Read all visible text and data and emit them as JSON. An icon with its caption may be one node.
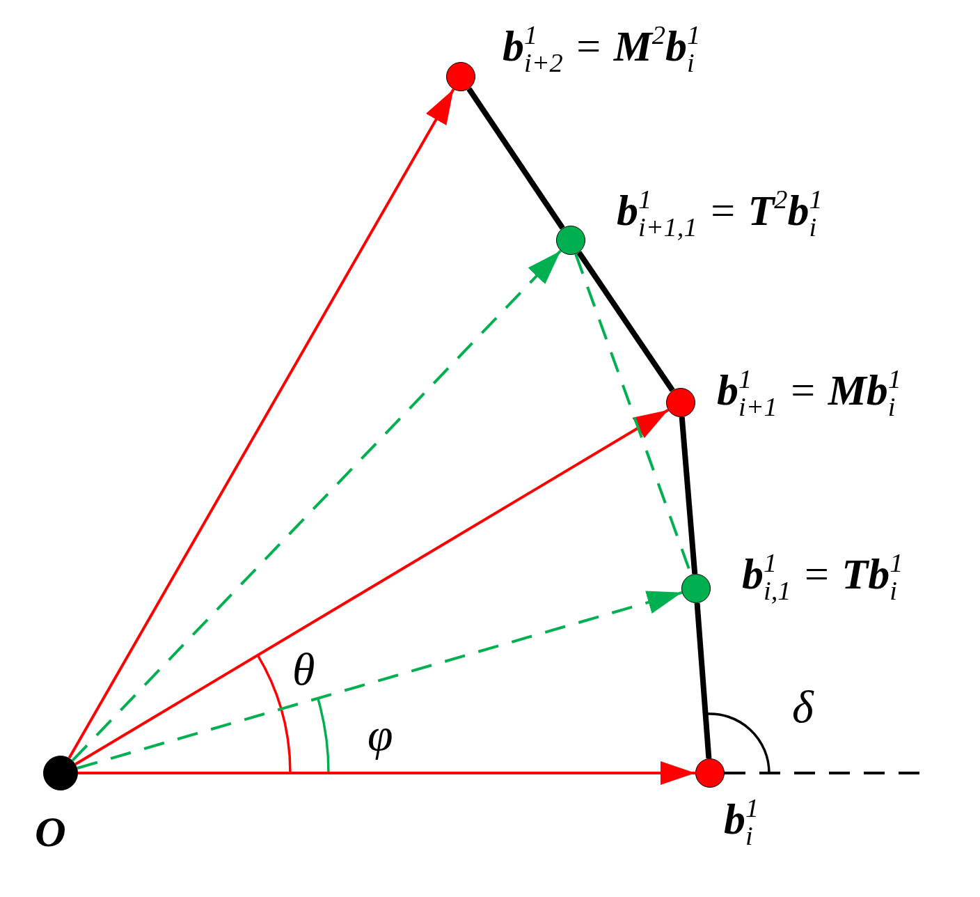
{
  "diagram": {
    "nodes": [
      {
        "text": [],
        "shape": "circle",
        "beside": [
          "**b**$^{1}$$_{i+2}$ = **M**$^{2}$**b**$^{1}$$_{i}$"
        ]
      },
      {
        "text": [],
        "shape": "circle",
        "beside": [
          "**b**$^{1}$$_{i+1,1}$ = **T**$^{2}$**b**$^{1}$$_{i}$"
        ]
      },
      {
        "text": [],
        "shape": "circle",
        "beside": [
          "**b**$^{1}$$_{i+1}$ = **Mb**$^{1}$$_{i}$"
        ]
      },
      {
        "text": [],
        "shape": "circle",
        "beside": [
          "**b**$^{1}$$_{i,1}$ = **Tb**$^{1}$$_{i}$"
        ]
      },
      {
        "text": [],
        "shape": "circle",
        "beside": [
          "O"
        ]
      },
      {
        "text": [],
        "shape": "circle",
        "beside": [
          "**b**$^{1}$$_{i}$"
        ]
      }
    ],
    "edges": [
      {
        "from": 4,
        "to": 5,
        "arrow": "to",
        "color": "#ff0000"
      },
      {
        "from": 4,
        "to": 3,
        "arrow": "to",
        "style": "dashed",
        "color": "#00b050"
      },
      {
        "from": 4,
        "to": 2,
        "arrow": "to",
        "color": "#ff0000"
      },
      {
        "from": 4,
        "to": 1,
        "arrow": "to",
        "style": "dashed",
        "color": "#00b050"
      },
      {
        "from": 4,
        "to": 0,
        "arrow": "to",
        "color": "#ff0000"
      },
      {
        "from": 5,
        "to": 3,
        "arrow": "none",
        "style": "thick"
      },
      {
        "from": 3,
        "to": 2,
        "arrow": "none",
        "style": "thick"
      },
      {
        "from": 2,
        "to": 1,
        "arrow": "none",
        "style": "thick"
      },
      {
        "from": 1,
        "to": 0,
        "arrow": "none",
        "style": "thick"
      },
      {
        "from": 1,
        "to": 3,
        "arrow": "none",
        "style": "dashed",
        "color": "#00b050"
      },
      {
        "from": 5,
        "to": null,
        "arrow": "none",
        "style": "dashed"
      }
    ],
    "labels": [
      "θ",
      "φ",
      "δ"
    ]
  }
}
